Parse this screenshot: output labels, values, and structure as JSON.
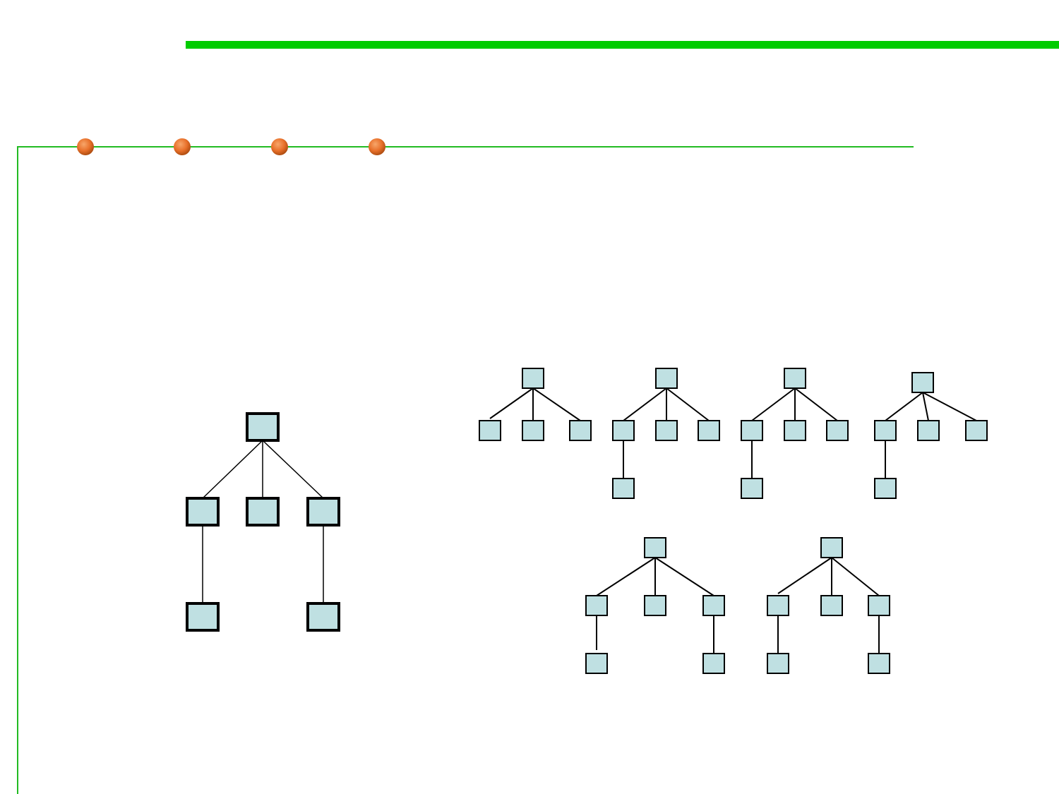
{
  "colors": {
    "top_bar": "#00cc00",
    "frame_line": "#22bb22",
    "bullet_dot": "#e8702a",
    "bullet_dot_shadow": "#b04e12",
    "node_fill": "#bfe0e2",
    "node_stroke": "#000000",
    "edge": "#000000"
  },
  "decorations": {
    "bullet_dot_count": 4
  },
  "diagrams": {
    "main_tree": {
      "description_icon": "tree-diagram",
      "nodes": [
        "root",
        "child-left",
        "child-middle",
        "child-right",
        "grandchild-left",
        "grandchild-right"
      ],
      "edges": [
        [
          "root",
          "child-left"
        ],
        [
          "root",
          "child-middle"
        ],
        [
          "root",
          "child-right"
        ],
        [
          "child-left",
          "grandchild-left"
        ],
        [
          "child-right",
          "grandchild-right"
        ]
      ]
    },
    "subtree_variants": {
      "count": 6
    }
  }
}
